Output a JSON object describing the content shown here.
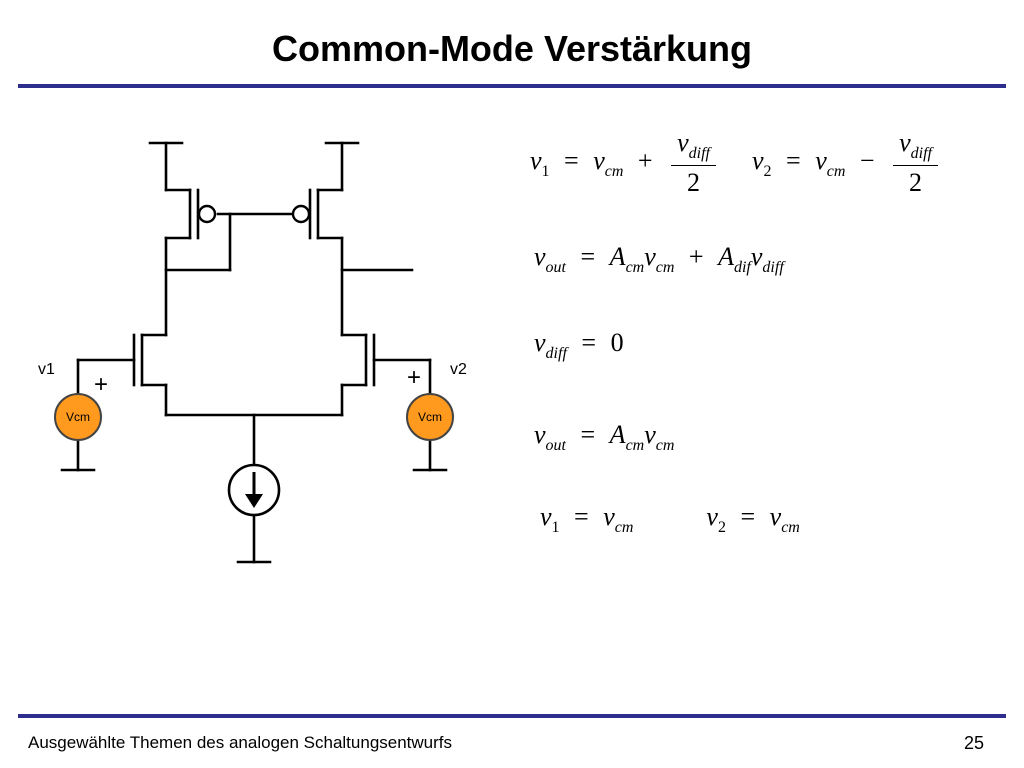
{
  "slide": {
    "title": "Common-Mode Verstärkung",
    "footer_text": "Ausgewählte Themen des analogen Schaltungsentwurfs",
    "page_number": "25"
  },
  "circuit": {
    "label_v1": "v1",
    "label_v2": "v2",
    "source_left": "Vcm",
    "source_right": "Vcm",
    "plus_sign": "+",
    "source_fill": "#ff9a1e"
  },
  "equations": {
    "eq1": {
      "v": "v",
      "sub1": "1",
      "eq": "=",
      "vcm": "v",
      "cm": "cm",
      "plus": "+",
      "num_v": "v",
      "diff": "diff",
      "den": "2"
    },
    "eq1b": {
      "v": "v",
      "sub2": "2",
      "eq": "=",
      "vcm": "v",
      "cm": "cm",
      "minus": "−",
      "num_v": "v",
      "diff": "diff",
      "den": "2"
    },
    "eq2": {
      "v": "v",
      "out": "out",
      "eq": "=",
      "A": "A",
      "cm": "cm",
      "v2": "v",
      "cm2": "cm",
      "plus": "+",
      "A2": "A",
      "dif": "dif",
      "v3": "v",
      "diff": "diff"
    },
    "eq3": {
      "v": "v",
      "diff": "diff",
      "eq": "=",
      "zero": "0"
    },
    "eq4": {
      "v": "v",
      "out": "out",
      "eq": "=",
      "A": "A",
      "cm": "cm",
      "v2": "v",
      "cm2": "cm"
    },
    "eq5": {
      "v": "v",
      "sub1": "1",
      "eq": "=",
      "vcm": "v",
      "cm": "cm",
      "v2": "v",
      "sub2": "2",
      "eq2": "=",
      "vcm2": "v",
      "cm2": "cm"
    }
  }
}
